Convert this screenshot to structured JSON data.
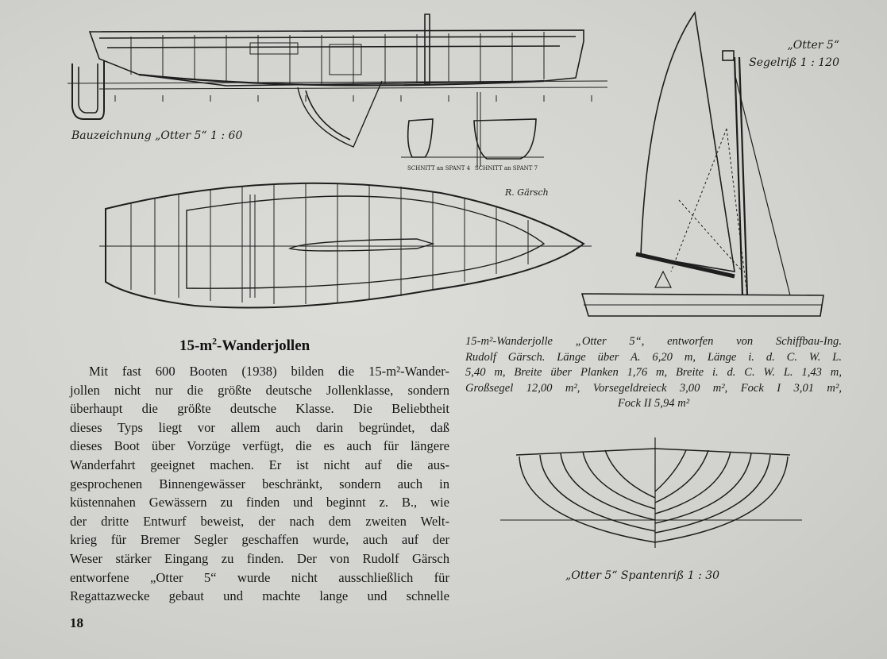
{
  "captions": {
    "construction": "Bauzeichnung „Otter 5“ 1 : 60",
    "sail_line1": "„Otter 5“",
    "sail_line2": "Segelriß 1 : 120",
    "frames": "„Otter 5“ Spantenriß 1 : 30"
  },
  "heading": {
    "pre": "15-m",
    "sup": "2",
    "post": "-Wanderjollen"
  },
  "body_lines": [
    "Mit fast 600 Booten (1938) bilden die 15-m²-Wander-",
    "jollen nicht nur die größte deutsche Jollenklasse, sondern",
    "überhaupt die größte deutsche Klasse. Die Beliebtheit",
    "dieses Typs liegt vor allem auch darin begründet, daß",
    "dieses Boot über Vorzüge verfügt, die es auch für längere",
    "Wanderfahrt geeignet machen. Er ist nicht auf die aus-",
    "gesprochenen Binnengewässer beschränkt, sondern auch in",
    "küstennahen Gewässern zu finden und beginnt z. B., wie",
    "der dritte Entwurf beweist, der nach dem zweiten Welt-",
    "krieg für Bremer Segler geschaffen wurde, auch auf der",
    "Weser stärker Eingang zu finden. Der von Rudolf Gärsch",
    "entworfene „Otter 5“ wurde nicht ausschließlich für",
    "Regattazwecke gebaut und machte lange und schnelle"
  ],
  "spec_lines": [
    "15-m²-Wanderjolle „Otter 5“, entworfen von Schiffbau-Ing.",
    "Rudolf Gärsch. Länge über A. 6,20 m, Länge i. d. C. W. L.",
    "5,40 m, Breite über Planken 1,76 m, Breite i. d. C. W. L. 1,43 m,",
    "Großsegel 12,00 m², Vorsegeldreieck 3,00 m², Fock I 3,01 m²,",
    "Fock II 5,94 m²"
  ],
  "drawing_labels": {
    "section4": "SCHNITT an SPANT 4",
    "section7": "SCHNITT an SPANT 7",
    "signature": "R. Gärsch"
  },
  "page_number": "18"
}
